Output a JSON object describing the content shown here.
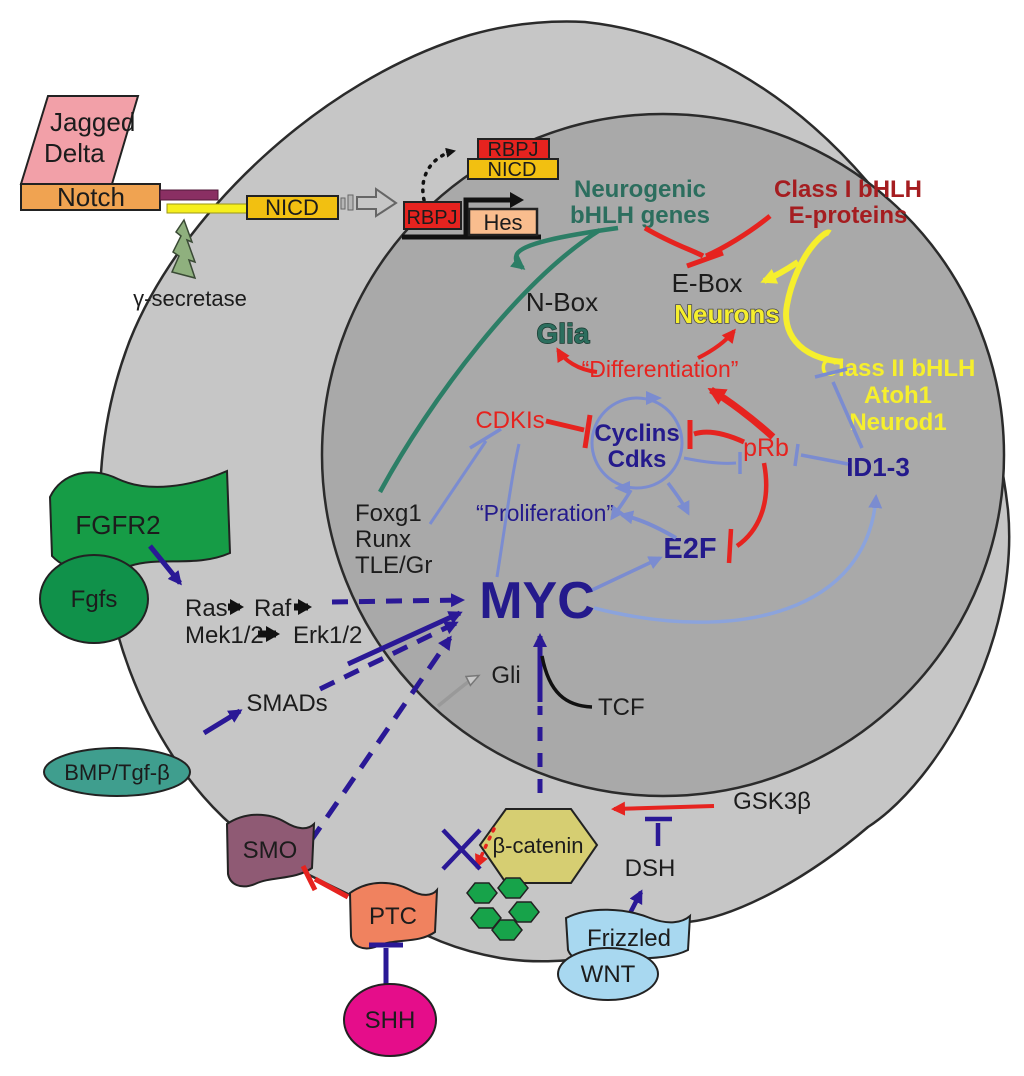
{
  "colors": {
    "cytoplasm": "#c6c6c6",
    "nucleus": "#a9a9a9",
    "membrane_stroke": "#2b2b2b",
    "navy": "#241a8c",
    "periwinkle": "#7b8cd0",
    "red": "#e6231f",
    "dark_red": "#a51d20",
    "teal": "#2c6e5e",
    "yellow": "#f6ef2d",
    "green": "#169c46",
    "pink": "#f2a0a8",
    "orange": "#f0a351",
    "gold": "#f2c011",
    "peach": "#f9bd8e",
    "mauve": "#8f5a74",
    "salmon": "#f0825f",
    "magenta": "#e50d8a",
    "olive": "#d6ce72",
    "light_blue": "#a8d8f0",
    "bmp_teal": "#3f9e8e"
  },
  "labels": {
    "jagged": [
      "Jagged",
      "Delta"
    ],
    "notch": "Notch",
    "nicd_m": "NICD",
    "gamma": "γ-secretase",
    "rbpj_a": "RBPJ",
    "nicd_a": "NICD",
    "rbpj_b": "RBPJ",
    "hes": "Hes",
    "neurogenic": [
      "Neurogenic",
      "bHLH genes"
    ],
    "class1": [
      "Class I bHLH",
      "E-proteins"
    ],
    "ebox": "E-Box",
    "neurons": "Neurons",
    "nbox": "N-Box",
    "glia": "Glia",
    "class2": [
      "Class II bHLH",
      "Atoh1",
      "Neurod1"
    ],
    "diff": "“Differentiation”",
    "cdkis": "CDKIs",
    "cyclins": [
      "Cyclins",
      "Cdks"
    ],
    "prb": "pRb",
    "id13": "ID1-3",
    "foxg1": [
      "Foxg1",
      "Runx",
      "TLE/Gr"
    ],
    "prolif": "“Proliferation”",
    "e2f": "E2F",
    "myc": "MYC",
    "ras": "Ras",
    "raf": "Raf",
    "mek": "Mek1/2",
    "erk": "Erk1/2",
    "smads": "SMADs",
    "fgfr2": "FGFR2",
    "fgfs": "Fgfs",
    "bmp": "BMP/Tgf-β",
    "smo": "SMO",
    "ptc": "PTC",
    "shh": "SHH",
    "bcat": "β-catenin",
    "gsk3b": "GSK3β",
    "dsh": "DSH",
    "frizzled": "Frizzled",
    "wnt": "WNT",
    "tcf": "TCF",
    "gli": "Gli"
  }
}
